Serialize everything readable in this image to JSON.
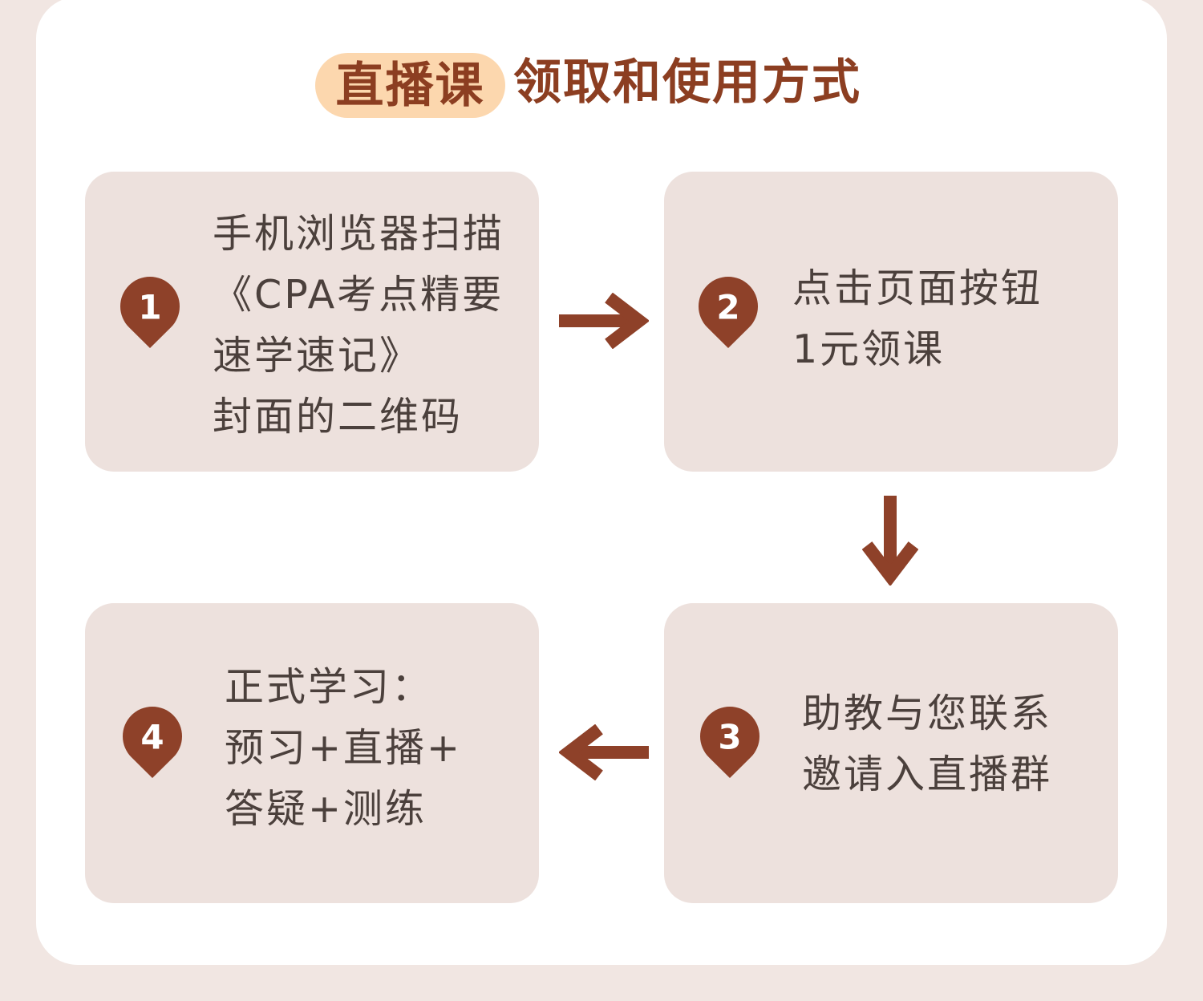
{
  "title": {
    "highlight": "直播课",
    "rest": "领取和使用方式"
  },
  "steps": [
    {
      "number": "1",
      "lines": [
        "手机浏览器扫描",
        "《CPA考点精要",
        "速学速记》",
        "封面的二维码"
      ]
    },
    {
      "number": "2",
      "lines": [
        "点击页面按钮",
        "1元领课"
      ]
    },
    {
      "number": "3",
      "lines": [
        "助教与您联系",
        "邀请入直播群"
      ]
    },
    {
      "number": "4",
      "lines": [
        "正式学习：",
        "预习+直播+",
        "答疑+测练"
      ]
    }
  ],
  "icons": {
    "step_marker": "map-pin-icon",
    "flow_right": "arrow-right-icon",
    "flow_down": "arrow-down-icon",
    "flow_left": "arrow-left-icon"
  },
  "colors": {
    "page_background": "#f1e6e2",
    "card_background": "#ffffff",
    "title_highlight_background": "#fcd7ae",
    "title_text": "#8c3e21",
    "step_box_background": "#ede1dd",
    "step_text": "#4b403c",
    "accent_brown": "#8e4129"
  }
}
